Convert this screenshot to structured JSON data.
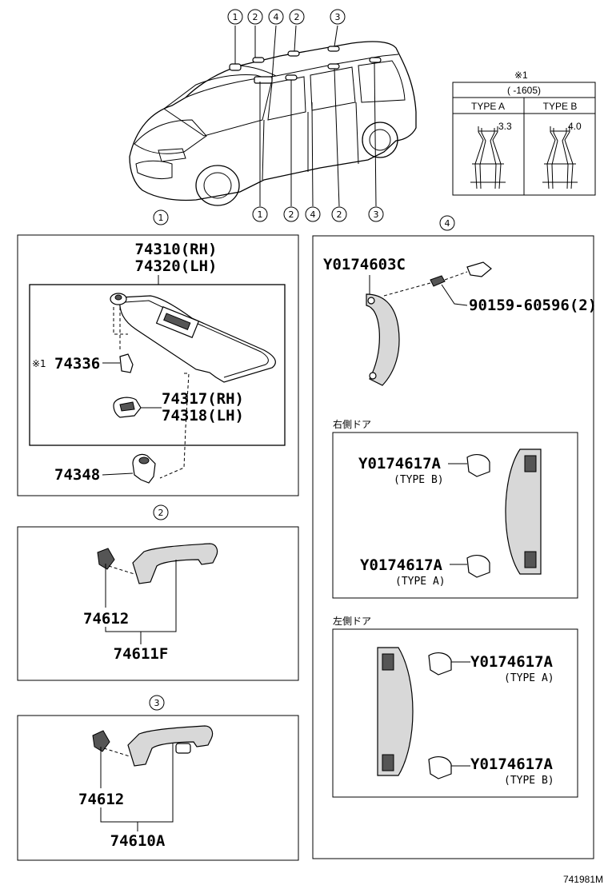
{
  "callouts": {
    "top": [
      "1",
      "2",
      "4",
      "2",
      "3"
    ],
    "bottom": [
      "1",
      "2",
      "4",
      "2",
      "3"
    ],
    "section1": "1",
    "section2": "2",
    "section3": "3",
    "section4": "4"
  },
  "note_table": {
    "mark": "※1",
    "range": "(      -1605)",
    "type_a": "TYPE A",
    "type_b": "TYPE B",
    "dim_a": "3.3",
    "dim_b": "4.0"
  },
  "panel1": {
    "visor_rh": "74310(RH)",
    "visor_lh": "74320(LH)",
    "clip_mark": "※1",
    "clip": "74336",
    "holder_rh": "74317(RH)",
    "holder_lh": "74318(LH)",
    "bracket": "74348"
  },
  "panel2": {
    "cap": "74612",
    "grip": "74611F"
  },
  "panel3": {
    "cap": "74612",
    "grip": "74610A"
  },
  "panel4": {
    "handle": "Y0174603C",
    "screw": "90159-60596(2)",
    "right_door_label": "右側ドア",
    "right_cap_b": "Y0174617A",
    "right_cap_b_type": "(TYPE B)",
    "right_cap_a": "Y0174617A",
    "right_cap_a_type": "(TYPE A)",
    "left_door_label": "左側ドア",
    "left_cap_a": "Y0174617A",
    "left_cap_a_type": "(TYPE A)",
    "left_cap_b": "Y0174617A",
    "left_cap_b_type": "(TYPE B)"
  },
  "figure_id": "741981M"
}
